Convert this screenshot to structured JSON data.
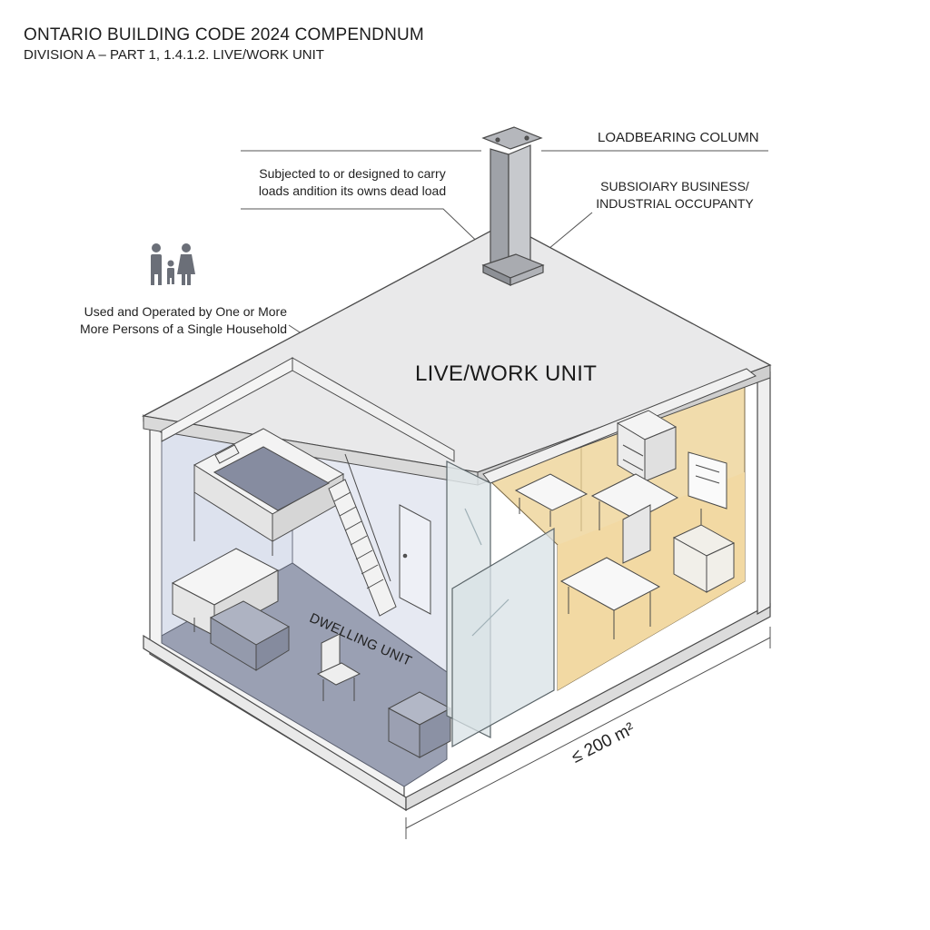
{
  "header": {
    "title": "ONTARIO BUILDING CODE 2024 COMPENDNUM",
    "subtitle": "DIVISION A – PART 1, 1.4.1.2. LIVE/WORK UNIT"
  },
  "labels": {
    "loadbearing_column": "LOADBEARING COLUMN",
    "loads_line1": "Subjected to or designed to carry",
    "loads_line2": "loads andition its owns dead load",
    "subsidiary_line1": "SUBSIOIARY BUSINESS/",
    "subsidiary_line2": "INDUSTRIAL OCCUPANTY",
    "household_line1": "Used and Operated by One or More",
    "household_line2": "More Persons of a Single Household",
    "live_work_unit": "LIVE/WORK UNIT",
    "dwelling_unit": "DWELLING UNIT",
    "area_limit": "≤ 200 m²"
  },
  "icons": {
    "family": "family-icon"
  },
  "colors": {
    "dwelling_wall": "#dde2ee",
    "dwelling_floor": "#9aa0b3",
    "work_area": "#f1dcac",
    "roof": "#e9e9ea",
    "structure": "#f4f4f4",
    "outline": "#4a4a4a",
    "glass": "#d8e2e6"
  }
}
